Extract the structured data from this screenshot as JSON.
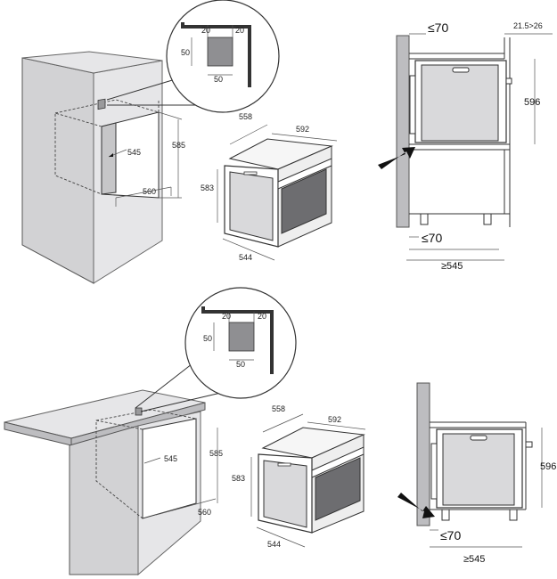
{
  "colors": {
    "wall": "#d2d2d4",
    "wall_dark": "#bdbdc0",
    "glass": "#6d6d70",
    "line": "#333333"
  },
  "top": {
    "detail": {
      "d20a": "20",
      "d20b": "20",
      "d50a": "50",
      "d50b": "50"
    },
    "niche": {
      "d545": "545",
      "d585": "585",
      "d560": "560"
    },
    "oven": {
      "d558": "558",
      "d592": "592",
      "d583": "583",
      "d544": "544"
    },
    "side": {
      "d70a": "≤70",
      "d21526": "21.5>26",
      "d596": "596",
      "d70b": "≤70",
      "d545": "≥545"
    }
  },
  "bottom": {
    "detail": {
      "d20a": "20",
      "d20b": "20",
      "d50a": "50",
      "d50b": "50"
    },
    "niche": {
      "d545": "545",
      "d585": "585",
      "d560": "560"
    },
    "oven": {
      "d558": "558",
      "d592": "592",
      "d583": "583",
      "d544": "544"
    },
    "side": {
      "d596": "596",
      "d70": "≤70",
      "d545": "≥545"
    }
  }
}
